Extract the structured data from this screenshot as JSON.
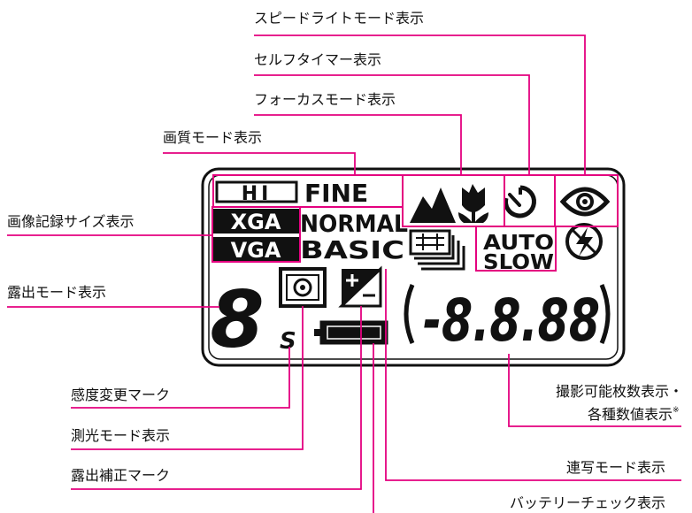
{
  "labels": {
    "speedlight_mode": "スピードライトモード表示",
    "self_timer": "セルフタイマー表示",
    "focus_mode": "フォーカスモード表示",
    "image_quality": "画質モード表示",
    "image_size": "画像記録サイズ表示",
    "exposure_mode": "露出モード表示",
    "sensitivity_change": "感度変更マーク",
    "metering_mode": "測光モード表示",
    "exposure_comp": "露出補正マーク",
    "frames_remaining_line1": "撮影可能枚数表示・",
    "frames_remaining_line2": "各種数値表示",
    "frames_remaining_note": "※",
    "continuous_mode": "連写モード表示",
    "battery_check": "バッテリーチェック表示"
  },
  "lcd": {
    "quality_hi": "HI",
    "quality_fine": "FINE",
    "quality_normal": "NORMAL",
    "quality_basic": "BASIC",
    "size_xga": "XGA",
    "size_vga": "VGA",
    "flash_auto": "AUTO",
    "flash_slow": "SLOW",
    "exposure_mode_digit": "8",
    "sensitivity_mark": "S",
    "counter": "-8.8.88"
  },
  "colors": {
    "leader": "#e4007f",
    "lcd_ink": "#111111"
  }
}
